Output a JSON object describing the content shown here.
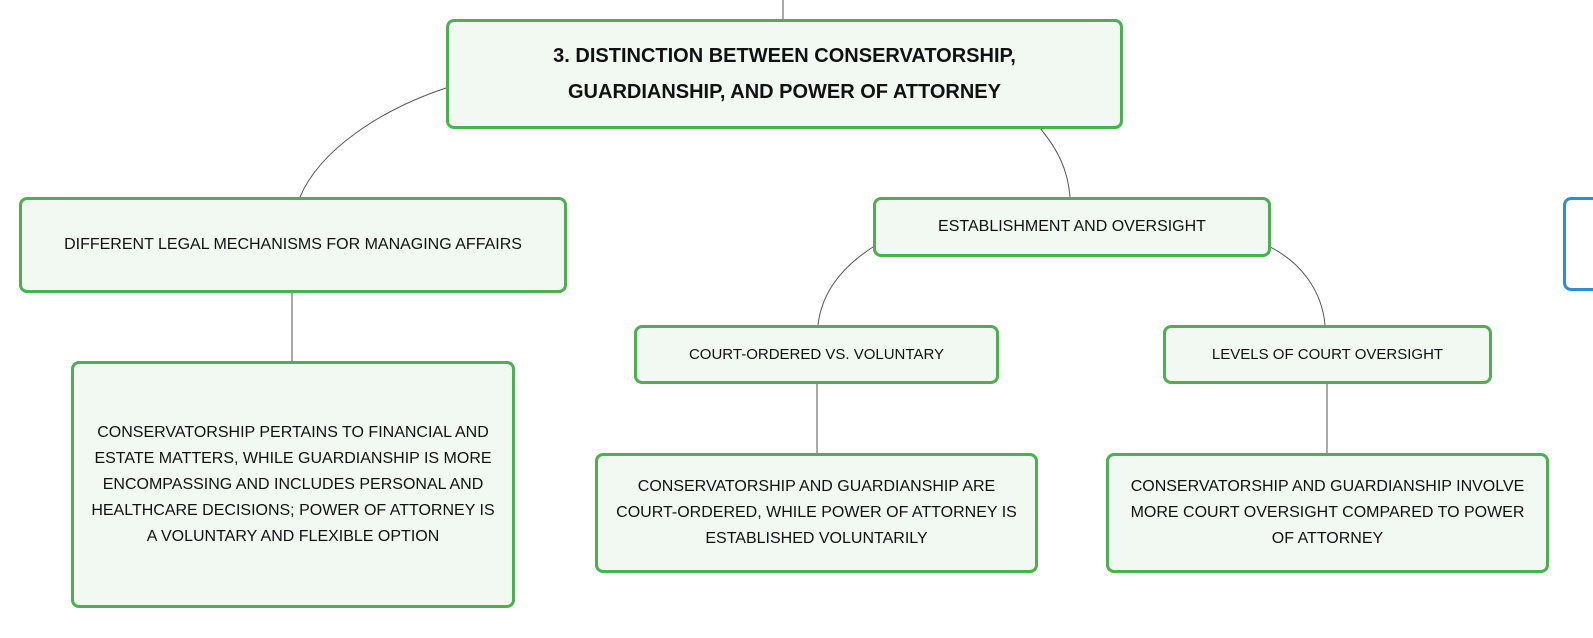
{
  "root": {
    "label": "3. DISTINCTION BETWEEN CONSERVATORSHIP, GUARDIANSHIP, AND POWER OF ATTORNEY"
  },
  "branches": [
    {
      "label": "DIFFERENT LEGAL MECHANISMS FOR MANAGING AFFAIRS",
      "children": [
        {
          "label": "CONSERVATORSHIP PERTAINS TO FINANCIAL AND ESTATE MATTERS, WHILE GUARDIANSHIP IS MORE ENCOMPASSING AND INCLUDES PERSONAL AND HEALTHCARE DECISIONS; POWER OF ATTORNEY IS A VOLUNTARY AND FLEXIBLE OPTION"
        }
      ]
    },
    {
      "label": "ESTABLISHMENT AND OVERSIGHT",
      "children": [
        {
          "label": "COURT-ORDERED VS. VOLUNTARY",
          "detail": "CONSERVATORSHIP AND GUARDIANSHIP ARE COURT-ORDERED, WHILE POWER OF ATTORNEY IS ESTABLISHED VOLUNTARILY"
        },
        {
          "label": "LEVELS OF COURT OVERSIGHT",
          "detail": "CONSERVATORSHIP AND GUARDIANSHIP INVOLVE MORE COURT OVERSIGHT COMPARED TO POWER OF ATTORNEY"
        }
      ]
    }
  ],
  "colors": {
    "node_border": "#4caf50",
    "node_fill": "#f1f9f2",
    "adjacent_node_border": "#2d8ed8",
    "connector": "#555555"
  }
}
